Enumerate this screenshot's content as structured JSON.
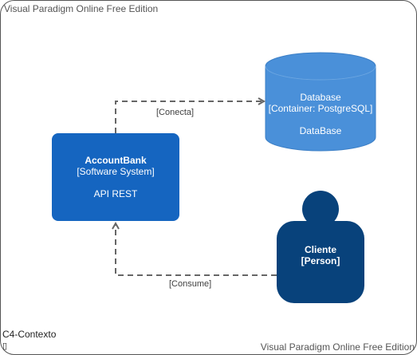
{
  "watermark": {
    "top": "Visual Paradigm Online Free Edition",
    "bottom": "Visual Paradigm Online Free Edition"
  },
  "diagram": {
    "name": "C4-Contexto",
    "name_glyph": "▯"
  },
  "software_system": {
    "title": "AccountBank",
    "type": "[Software System]",
    "description": "API REST",
    "color": "#1565c0"
  },
  "database": {
    "title": "Database",
    "type": "[Container: PostgreSQL]",
    "description": "DataBase",
    "color": "#4a90d9"
  },
  "person": {
    "title": "Cliente",
    "type": "[Person]",
    "color": "#08427b"
  },
  "relations": [
    {
      "from": "AccountBank",
      "to": "Database",
      "label": "[Conecta]"
    },
    {
      "from": "Cliente",
      "to": "AccountBank",
      "label": "[Consume]"
    }
  ]
}
